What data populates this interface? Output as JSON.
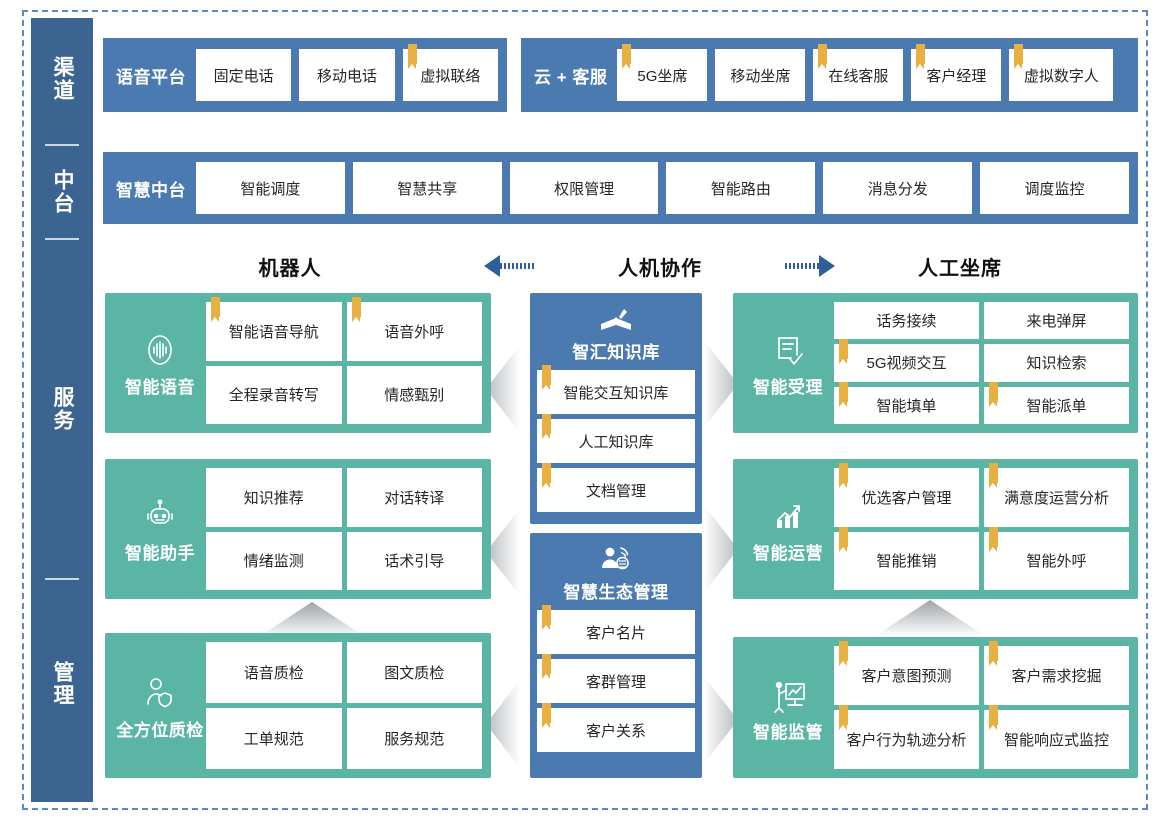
{
  "rail": {
    "segments": [
      {
        "label": "渠道"
      },
      {
        "label": "中台"
      },
      {
        "label": "服务"
      },
      {
        "label": "管理"
      }
    ]
  },
  "channel_row": {
    "groups": [
      {
        "title": "语音平台",
        "items": [
          {
            "label": "固定电话",
            "ribbon": false
          },
          {
            "label": "移动电话",
            "ribbon": false
          },
          {
            "label": "虚拟联络",
            "ribbon": true
          }
        ]
      },
      {
        "title": "云 + 客服",
        "items": [
          {
            "label": "5G坐席",
            "ribbon": true
          },
          {
            "label": "移动坐席",
            "ribbon": false
          },
          {
            "label": "在线客服",
            "ribbon": true
          },
          {
            "label": "客户经理",
            "ribbon": true
          },
          {
            "label": "虚拟数字人",
            "ribbon": true
          }
        ]
      }
    ]
  },
  "platform_row": {
    "title": "智慧中台",
    "items": [
      {
        "label": "智能调度",
        "ribbon": false
      },
      {
        "label": "智慧共享",
        "ribbon": false
      },
      {
        "label": "权限管理",
        "ribbon": false
      },
      {
        "label": "智能路由",
        "ribbon": false
      },
      {
        "label": "消息分发",
        "ribbon": false
      },
      {
        "label": "调度监控",
        "ribbon": false
      }
    ]
  },
  "header_row": {
    "left_label": "机器人",
    "center_label": "人机协作",
    "right_label": "人工坐席"
  },
  "left_blocks": [
    {
      "name": "智能语音",
      "icon": "voice-wave-icon",
      "cells": [
        {
          "label": "智能语音导航",
          "ribbon": true
        },
        {
          "label": "语音外呼",
          "ribbon": true
        },
        {
          "label": "全程录音转写",
          "ribbon": false
        },
        {
          "label": "情感甄别",
          "ribbon": false
        }
      ]
    },
    {
      "name": "智能助手",
      "icon": "robot-icon",
      "cells": [
        {
          "label": "知识推荐",
          "ribbon": false
        },
        {
          "label": "对话转译",
          "ribbon": false
        },
        {
          "label": "情绪监测",
          "ribbon": false
        },
        {
          "label": "话术引导",
          "ribbon": false
        }
      ]
    },
    {
      "name": "全方位质检",
      "icon": "person-shield-icon",
      "cells": [
        {
          "label": "语音质检",
          "ribbon": false
        },
        {
          "label": "图文质检",
          "ribbon": false
        },
        {
          "label": "工单规范",
          "ribbon": false
        },
        {
          "label": "服务规范",
          "ribbon": false
        }
      ]
    }
  ],
  "center_blocks": [
    {
      "name": "智汇知识库",
      "icon": "open-book-pen-icon",
      "items": [
        {
          "label": "智能交互知识库",
          "ribbon": true
        },
        {
          "label": "人工知识库",
          "ribbon": true
        },
        {
          "label": "文档管理",
          "ribbon": true
        }
      ]
    },
    {
      "name": "智慧生态管理",
      "icon": "person-network-icon",
      "items": [
        {
          "label": "客户名片",
          "ribbon": true
        },
        {
          "label": "客群管理",
          "ribbon": true
        },
        {
          "label": "客户关系",
          "ribbon": true
        }
      ]
    }
  ],
  "right_blocks": [
    {
      "name": "智能受理",
      "icon": "document-check-icon",
      "cells": [
        {
          "label": "话务接续",
          "ribbon": false
        },
        {
          "label": "来电弹屏",
          "ribbon": false
        },
        {
          "label": "5G视频交互",
          "ribbon": true
        },
        {
          "label": "知识检索",
          "ribbon": false
        },
        {
          "label": "智能填单",
          "ribbon": true
        },
        {
          "label": "智能派单",
          "ribbon": true
        }
      ]
    },
    {
      "name": "智能运营",
      "icon": "chart-growth-icon",
      "cells": [
        {
          "label": "优选客户管理",
          "ribbon": true
        },
        {
          "label": "满意度运营分析",
          "ribbon": true
        },
        {
          "label": "智能推销",
          "ribbon": true
        },
        {
          "label": "智能外呼",
          "ribbon": true
        }
      ]
    },
    {
      "name": "智能监管",
      "icon": "presenter-board-icon",
      "cells": [
        {
          "label": "客户意图预测",
          "ribbon": true
        },
        {
          "label": "客户需求挖掘",
          "ribbon": true
        },
        {
          "label": "客户行为轨迹分析",
          "ribbon": true
        },
        {
          "label": "智能响应式监控",
          "ribbon": true
        }
      ]
    }
  ],
  "colors": {
    "blue": "#4a7ab0",
    "rail_blue": "#3c6491",
    "green": "#5bb5a5",
    "ribbon_gold": "#e8b040",
    "arrow_blue": "#2f5f99",
    "frame_dash": "#5b8ac0"
  }
}
